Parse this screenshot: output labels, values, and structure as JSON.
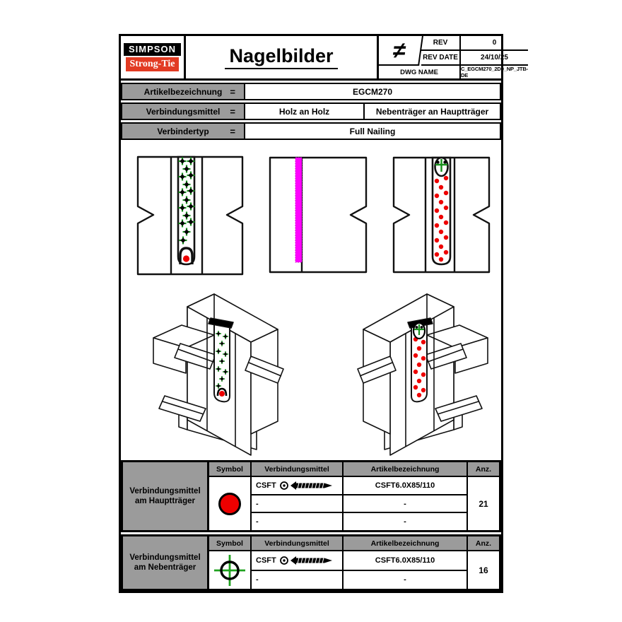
{
  "header": {
    "logo_line1": "SIMPSON",
    "logo_line2": "Strong-Tie",
    "title": "Nagelbilder",
    "not_equal_symbol": "≠",
    "rev_label": "REV",
    "rev_value": "0",
    "rev_date_label": "REV DATE",
    "rev_date_value": "24/10/25",
    "dwg_name_label": "DWG NAME",
    "dwg_name_value": "C_EGCM270_2D0_NP_JTB-DE"
  },
  "info": {
    "rows": [
      {
        "label": "Artikelbezeichnung",
        "eq": "=",
        "value_full": "EGCM270"
      },
      {
        "label": "Verbindungsmittel",
        "eq": "=",
        "value_left": "Holz an Holz",
        "value_right": "Nebenträger an Hauptträger"
      },
      {
        "label": "Verbindertyp",
        "eq": "=",
        "value_full": "Full Nailing"
      }
    ]
  },
  "tables": [
    {
      "side_label_line1": "Verbindungsmittel",
      "side_label_line2": "am Hauptträger",
      "headers": [
        "Symbol",
        "Verbindungsmittel",
        "Artikelbezeichnung",
        "Anz."
      ],
      "symbol": "red-filled-circle",
      "rows": [
        {
          "connector": "CSFT",
          "article": "CSFT6.0X85/110"
        },
        {
          "connector": "-",
          "article": "-"
        },
        {
          "connector": "-",
          "article": "-"
        }
      ],
      "count": "21"
    },
    {
      "side_label_line1": "Verbindungsmittel",
      "side_label_line2": "am Nebenträger",
      "headers": [
        "Symbol",
        "Verbindungsmittel",
        "Artikelbezeichnung",
        "Anz."
      ],
      "symbol": "green-crosshair-circle",
      "rows": [
        {
          "connector": "CSFT",
          "article": "CSFT6.0X85/110"
        },
        {
          "connector": "-",
          "article": "-"
        }
      ],
      "count": "16"
    }
  ],
  "colors": {
    "brand_red": "#e23b23",
    "marker_red": "#ee0000",
    "marker_green": "#17911c",
    "marker_magenta": "#ff00ff",
    "cell_gray": "#9b9b9b",
    "line_black": "#111111"
  }
}
